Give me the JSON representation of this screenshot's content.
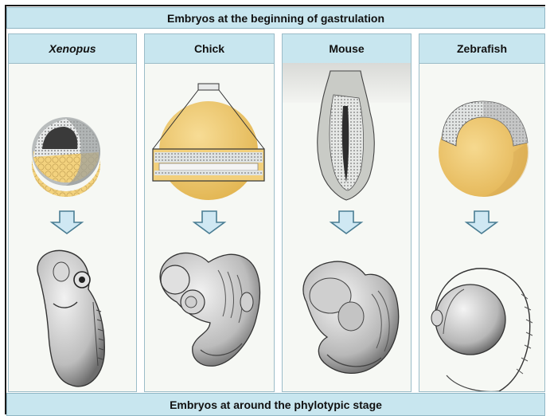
{
  "header": {
    "title": "Embryos at the beginning of gastrulation"
  },
  "footer": {
    "title": "Embryos at around the phylotypic stage"
  },
  "columns": [
    {
      "label": "Xenopus",
      "italic": true
    },
    {
      "label": "Chick",
      "italic": false
    },
    {
      "label": "Mouse",
      "italic": false
    },
    {
      "label": "Zebrafish",
      "italic": false
    }
  ],
  "colors": {
    "banner": "#c8e6ef",
    "yolk": "#f3d27e",
    "arrow": "#cfe8f3",
    "panel": "#f6f8f4"
  }
}
